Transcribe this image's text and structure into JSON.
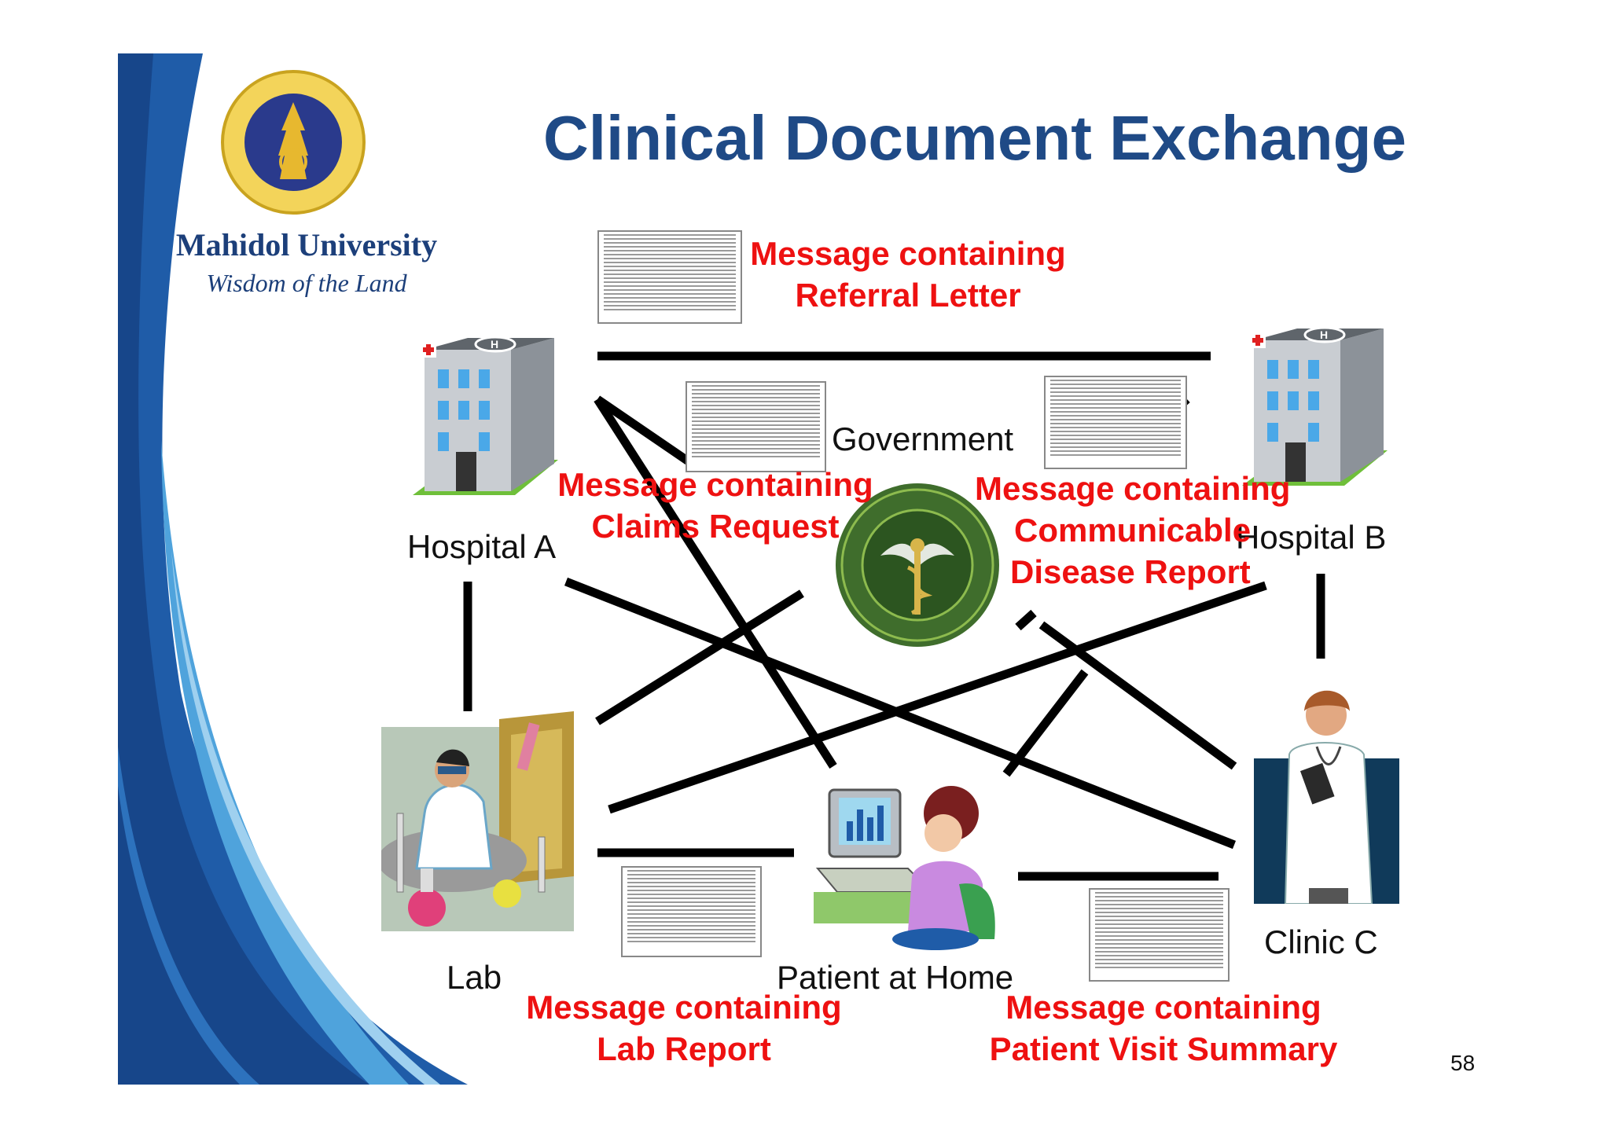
{
  "slide": {
    "title": "Clinical Document Exchange",
    "page_number": "58"
  },
  "brand": {
    "university_name": "Mahidol University",
    "motto": "Wisdom of the Land",
    "primary_blue": "#1f4a86",
    "accent_red": "#ee1111"
  },
  "nodes": {
    "hospital_a": "Hospital A",
    "hospital_b": "Hospital B",
    "government": "Government",
    "lab": "Lab",
    "patient_home": "Patient at Home",
    "clinic_c": "Clinic C"
  },
  "messages": {
    "referral": [
      "Message containing",
      "Referral Letter"
    ],
    "claims": [
      "Message containing",
      "Claims Request"
    ],
    "disease": [
      "Message containing",
      "Communicable",
      "Disease Report"
    ],
    "lab": [
      "Message containing",
      "Lab Report"
    ],
    "visit": [
      "Message containing",
      "Patient Visit Summary"
    ]
  },
  "icons": [
    "university-seal-icon",
    "hospital-building-icon",
    "ministry-seal-icon",
    "lab-scientist-icon",
    "patient-computer-icon",
    "doctor-icon",
    "xml-document-icon"
  ]
}
